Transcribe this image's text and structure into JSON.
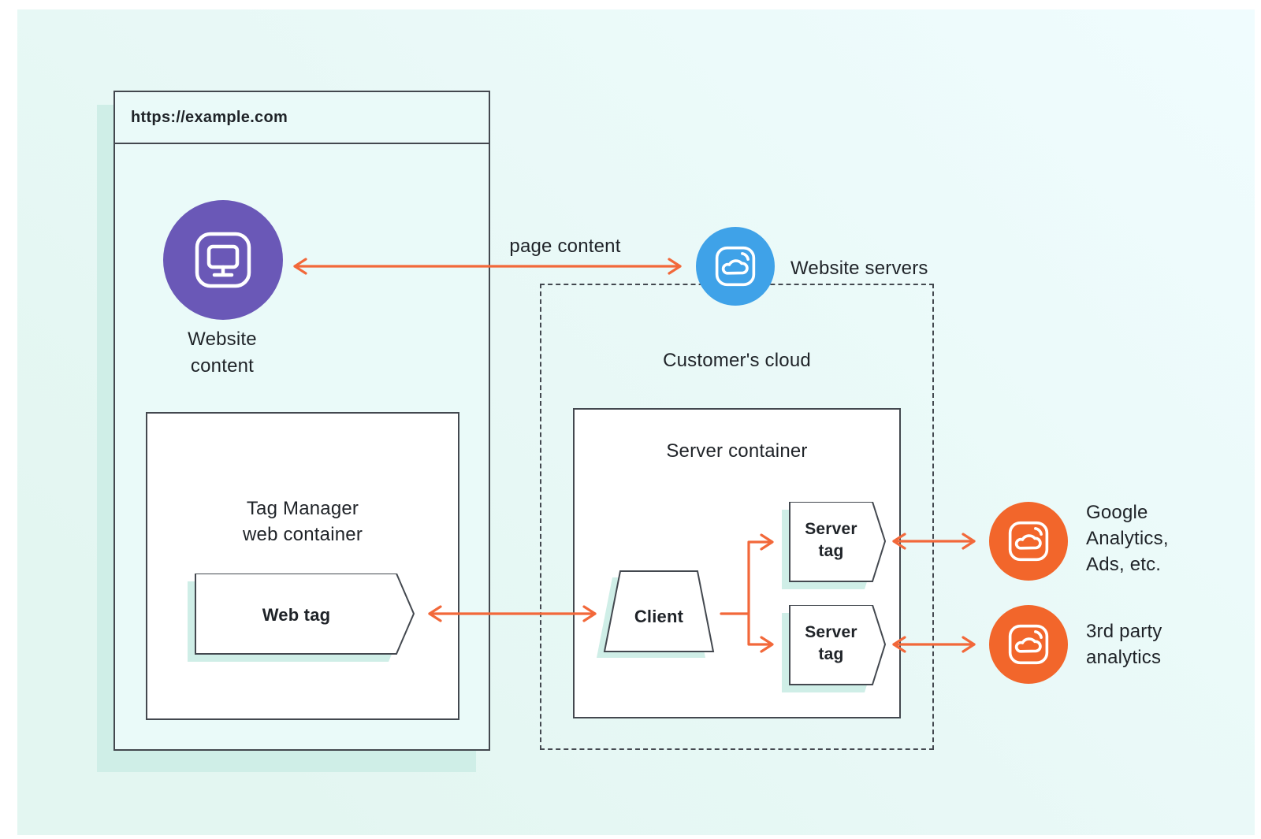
{
  "colors": {
    "background_top": "#f0fcfe",
    "background_bottom": "#e3f6f1",
    "surface": "#ffffff",
    "browser_fill": "#eafaf9",
    "shadow_mint": "#cfeee7",
    "outline": "#43484f",
    "text": "#1f2328",
    "arrow_orange": "#f2683a",
    "circle_purple": "#6a58b7",
    "circle_blue": "#3fa2e8",
    "circle_orange": "#f2662b"
  },
  "browser": {
    "url": "https://example.com",
    "content_icon": "monitor-icon",
    "content_label": "Website\ncontent",
    "container": {
      "title": "Tag Manager\nweb container",
      "web_tag_label": "Web tag"
    }
  },
  "flow": {
    "page_content_label": "page content"
  },
  "servers": {
    "icon": "cloud-icon",
    "website_servers_label": "Website servers",
    "cloud_label": "Customer's cloud",
    "server_container": {
      "title": "Server container",
      "client_label": "Client",
      "tags": [
        {
          "label": "Server\ntag"
        },
        {
          "label": "Server\ntag"
        }
      ]
    }
  },
  "destinations": [
    {
      "icon": "cloud-icon",
      "label": "Google\nAnalytics,\nAds, etc."
    },
    {
      "icon": "cloud-icon",
      "label": "3rd party\nanalytics"
    }
  ]
}
